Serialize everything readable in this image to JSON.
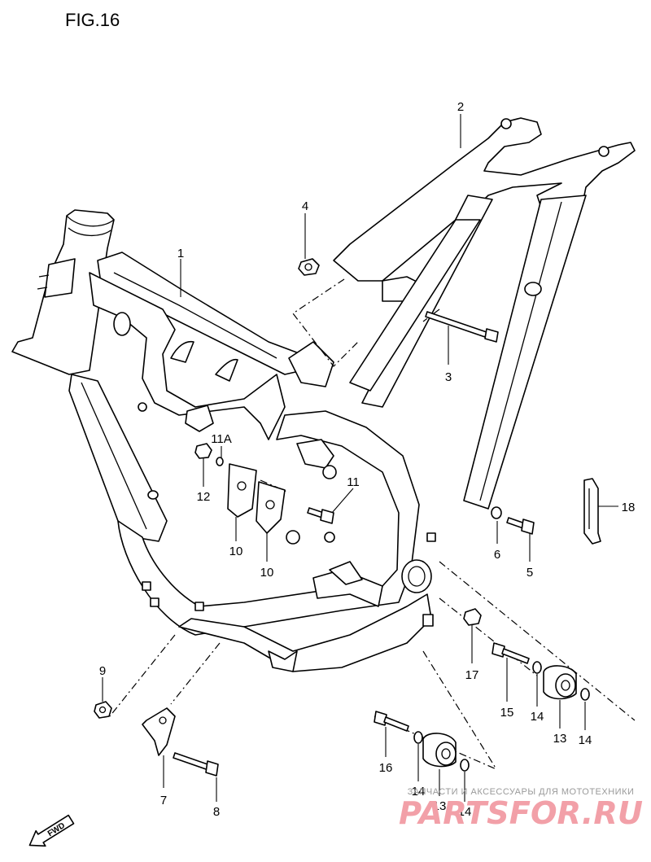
{
  "figure": {
    "title": "FIG.16"
  },
  "callouts": [
    {
      "id": "c1",
      "label": "1"
    },
    {
      "id": "c2",
      "label": "2"
    },
    {
      "id": "c3",
      "label": "3"
    },
    {
      "id": "c4",
      "label": "4"
    },
    {
      "id": "c5",
      "label": "5"
    },
    {
      "id": "c6",
      "label": "6"
    },
    {
      "id": "c7",
      "label": "7"
    },
    {
      "id": "c8",
      "label": "8"
    },
    {
      "id": "c9",
      "label": "9"
    },
    {
      "id": "c10a",
      "label": "10"
    },
    {
      "id": "c10b",
      "label": "10"
    },
    {
      "id": "c11",
      "label": "11"
    },
    {
      "id": "c11a",
      "label": "11A"
    },
    {
      "id": "c12",
      "label": "12"
    },
    {
      "id": "c13a",
      "label": "13"
    },
    {
      "id": "c13b",
      "label": "13"
    },
    {
      "id": "c14a",
      "label": "14"
    },
    {
      "id": "c14b",
      "label": "14"
    },
    {
      "id": "c14c",
      "label": "14"
    },
    {
      "id": "c14d",
      "label": "14"
    },
    {
      "id": "c15",
      "label": "15"
    },
    {
      "id": "c16",
      "label": "16"
    },
    {
      "id": "c17",
      "label": "17"
    },
    {
      "id": "c18",
      "label": "18"
    }
  ],
  "direction_marker": {
    "label": "FWD"
  },
  "watermark": {
    "tagline": "ЗАПЧАСТИ И АКСЕССУАРЫ ДЛЯ МОТОТЕХНИКИ",
    "logo": "PARTSFOR.RU"
  },
  "colors": {
    "ink": "#000000",
    "background": "#ffffff",
    "watermark_logo": "#f2a0a8",
    "watermark_text": "#9a9a9a"
  }
}
